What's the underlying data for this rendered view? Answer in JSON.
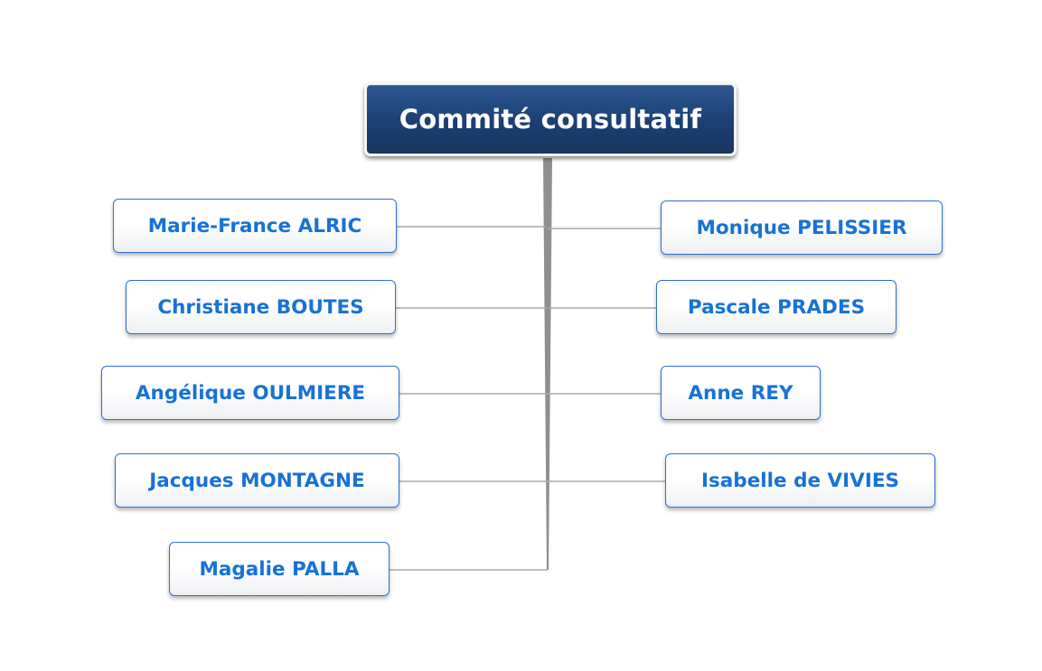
{
  "diagram": {
    "root": {
      "label": "Commité consultatif"
    },
    "left_members": [
      {
        "label": "Marie-France ALRIC"
      },
      {
        "label": "Christiane BOUTES"
      },
      {
        "label": "Angélique OULMIERE"
      },
      {
        "label": "Jacques MONTAGNE"
      },
      {
        "label": "Magalie PALLA"
      }
    ],
    "right_members": [
      {
        "label": "Monique PELISSIER"
      },
      {
        "label": "Pascale PRADES"
      },
      {
        "label": "Anne REY"
      },
      {
        "label": "Isabelle de VIVIES"
      }
    ]
  },
  "colors": {
    "root_fill": "#1c3f73",
    "root_text": "#ffffff",
    "member_border": "#2f70d0",
    "member_text": "#1672d6",
    "connector": "#a8a8a8",
    "trunk": "#8f8f8f"
  }
}
